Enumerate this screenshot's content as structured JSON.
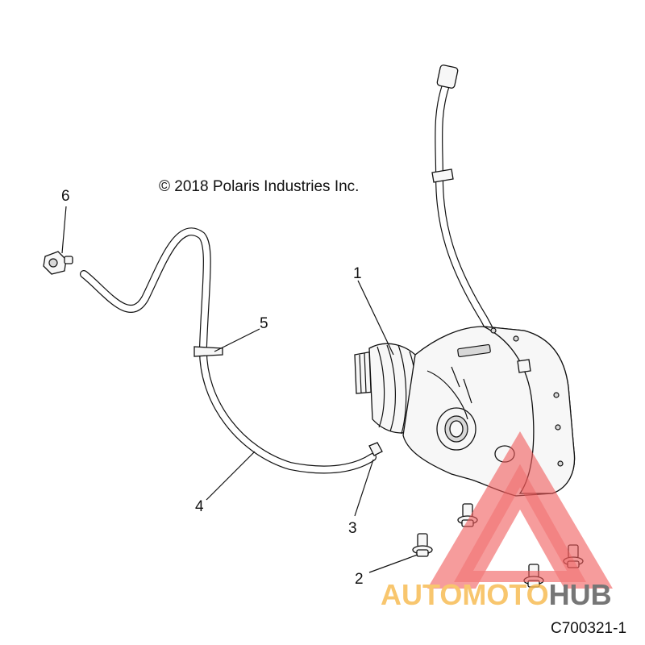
{
  "copyright": "© 2018 Polaris Industries Inc.",
  "callouts": [
    {
      "id": "1",
      "label": "1"
    },
    {
      "id": "2",
      "label": "2"
    },
    {
      "id": "3",
      "label": "3"
    },
    {
      "id": "4",
      "label": "4"
    },
    {
      "id": "5",
      "label": "5"
    },
    {
      "id": "6",
      "label": "6"
    }
  ],
  "diagram_code": "C700321-1",
  "watermark": {
    "part1": "AUTOMOTO",
    "part2": "HUB",
    "color_primary": "#f05a5a",
    "color_secondary": "#f7b84a",
    "color_dark": "#555555"
  }
}
